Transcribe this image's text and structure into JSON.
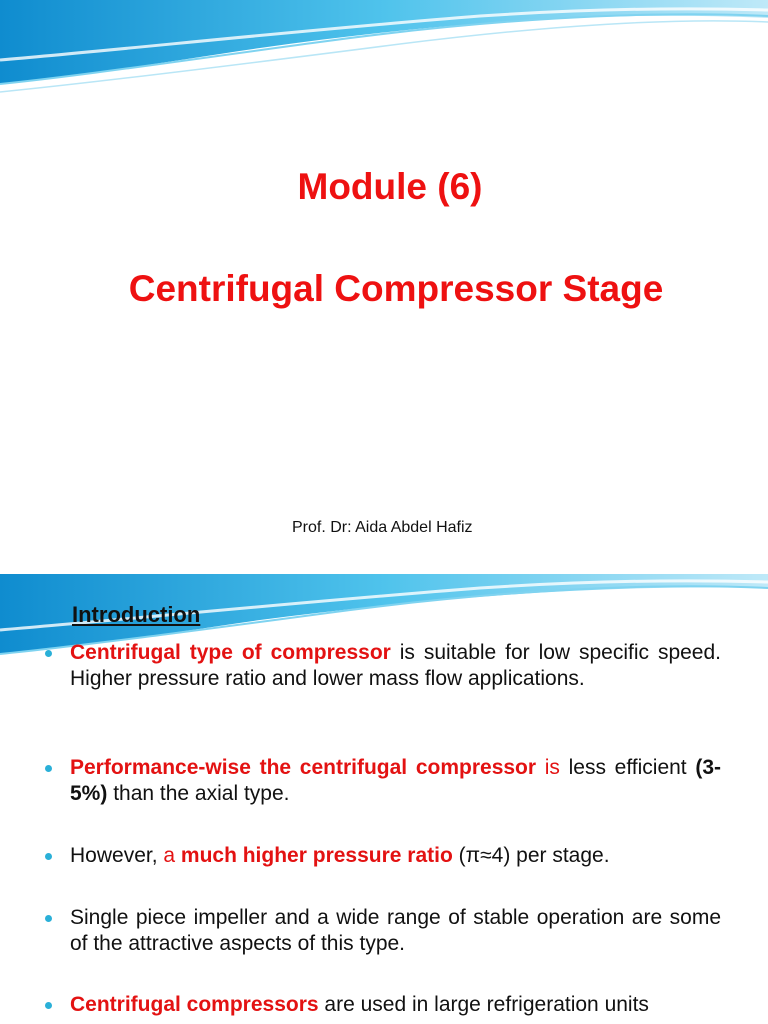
{
  "slide1": {
    "title_line1": "Module (6)",
    "title_line2": "Centrifugal Compressor Stage",
    "author": "Prof. Dr: Aida Abdel Hafiz"
  },
  "slide2": {
    "heading": "Introduction",
    "bullets": [
      {
        "p1": "Centrifugal type of compressor",
        "p2": " is suitable for low specific speed. Higher pressure ratio and lower mass flow applications."
      },
      {
        "p1": "Performance-wise the centrifugal compressor",
        "p2": " is",
        "p3": " less efficient ",
        "p4": "(3-5%)",
        "p5": " than the axial type."
      },
      {
        "p1": "However, ",
        "p2": "a ",
        "p3": "much higher pressure ratio",
        "p4": " (π≈4) per stage."
      },
      {
        "p1": "Single piece impeller and a wide range of stable operation are some of the attractive aspects of this type."
      },
      {
        "p1": "Centrifugal compressors",
        "p2": " are used in large refrigeration units"
      }
    ]
  },
  "colors": {
    "title_red": "#ee1111",
    "bullet_blue": "#2ab0d8",
    "wave_blue": "#1aa3d9"
  }
}
